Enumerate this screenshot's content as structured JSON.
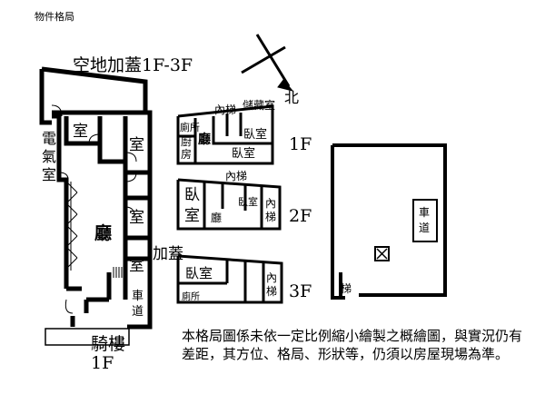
{
  "page_title": "物件格局",
  "compass": {
    "north_label": "北"
  },
  "main_plan": {
    "title": "空地加蓋1F-3F",
    "floor_label": "1F",
    "rooms": {
      "room_top": "室",
      "room_right_top": "室",
      "room_right_mid": "室",
      "room_right_low": "室",
      "electric_room": "電氣室",
      "living": "廳",
      "extension": "加蓋",
      "garage": "車道",
      "arcade": "騎樓"
    }
  },
  "floors": [
    {
      "floor": "1F",
      "rooms": {
        "stairs": "內梯",
        "storage": "儲藏室",
        "toilet": "廁所",
        "kitchen": "廚房",
        "living": "廳",
        "bedroom_a": "臥室",
        "bedroom_b": "臥室"
      }
    },
    {
      "floor": "2F",
      "rooms": {
        "stairs_top": "內梯",
        "bedroom_big": "臥室",
        "living": "廳",
        "bedroom_small": "臥室",
        "stairs": "內梯"
      }
    },
    {
      "floor": "3F",
      "rooms": {
        "bedroom": "臥室",
        "toilet": "廁所",
        "stairs": "內梯"
      }
    }
  ],
  "site_plan": {
    "garage": "車道",
    "stairs": "梯"
  },
  "disclaimer": "本格局圖係未依一定比例縮小繪製之概繪圖，與實況仍有差距，其方位、格局、形狀等，仍須以房屋現場為準。"
}
